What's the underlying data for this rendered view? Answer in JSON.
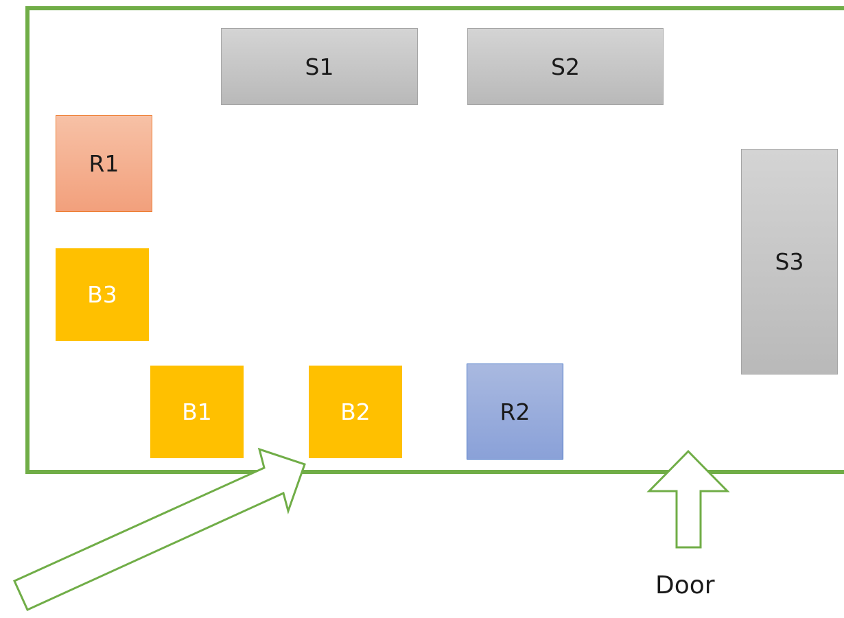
{
  "diagram": {
    "blocks": {
      "s1": "S1",
      "s2": "S2",
      "s3": "S3",
      "r1": "R1",
      "r2": "R2",
      "b1": "B1",
      "b2": "B2",
      "b3": "B3"
    },
    "door_label": "Door",
    "colors": {
      "wall": "#70ad47",
      "shelf_gray": "#bfbfbf",
      "r1_orange": "#f4b183",
      "bin_yellow": "#ffc000",
      "r2_blue": "#8faadc",
      "arrow_outline": "#70ad47"
    }
  }
}
